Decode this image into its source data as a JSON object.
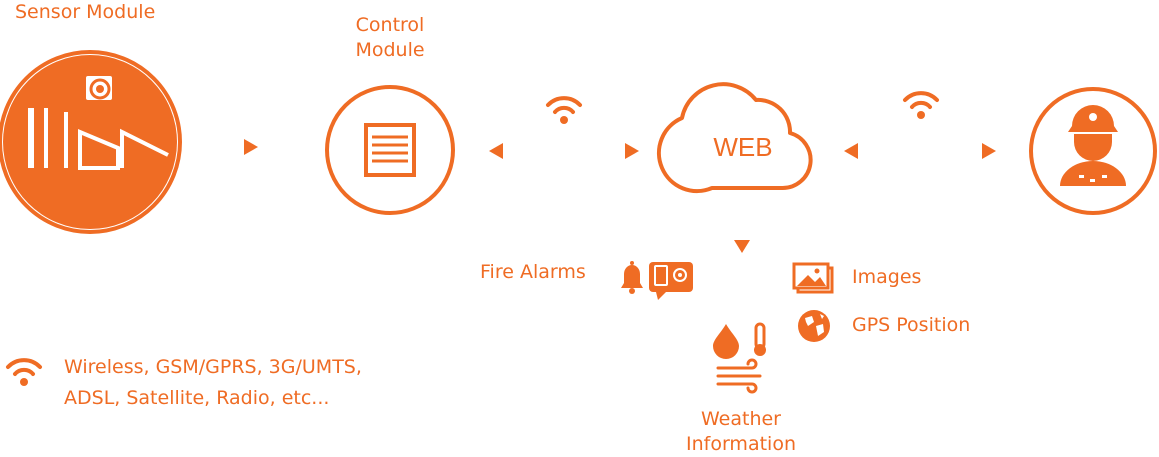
{
  "colors": {
    "accent": "#ef6c24",
    "background": "#ffffff"
  },
  "nodes": {
    "sensor": {
      "label": "Sensor Module",
      "icon": "factory-with-camera-icon"
    },
    "control": {
      "label_line1": "Control",
      "label_line2": "Module",
      "icon": "control-panel-icon"
    },
    "web": {
      "label": "WEB",
      "icon": "cloud-icon"
    },
    "firefighter": {
      "icon": "firefighter-icon"
    }
  },
  "outputs": {
    "fire_alarms": {
      "label": "Fire Alarms",
      "icons": [
        "bell-icon",
        "phone-message-icon"
      ]
    },
    "images": {
      "label": "Images",
      "icon": "images-icon"
    },
    "gps": {
      "label": "GPS Position",
      "icon": "globe-icon"
    },
    "weather": {
      "label_line1": "Weather",
      "label_line2": "Information",
      "icons": [
        "water-drop-icon",
        "thermometer-icon",
        "wind-icon"
      ]
    }
  },
  "legend": {
    "icon": "wifi-icon",
    "line1": "Wireless, GSM/GPRS, 3G/UMTS,",
    "line2": "ADSL, Satellite, Radio, etc..."
  }
}
